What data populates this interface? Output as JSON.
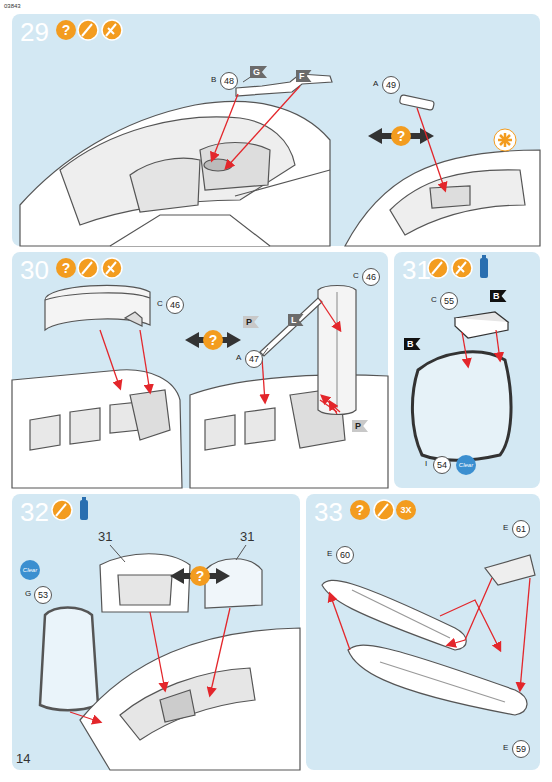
{
  "diagram": {
    "nodes": [
      {
        "text": [
          "29"
        ]
      },
      {
        "text": [
          "48"
        ],
        "in": 0
      },
      {
        "text": [
          "49"
        ],
        "in": 0
      },
      {
        "text": [
          "30"
        ]
      },
      {
        "text": [
          "46"
        ],
        "in": 3
      },
      {
        "text": [
          "47"
        ],
        "in": 3
      },
      {
        "text": [
          "46"
        ],
        "in": 3
      },
      {
        "text": [
          "31"
        ]
      },
      {
        "text": [
          "55"
        ],
        "in": 7
      },
      {
        "text": [
          "54"
        ],
        "in": 7
      },
      {
        "text": [
          "32"
        ]
      },
      {
        "text": [
          "53"
        ],
        "in": 10
      },
      {
        "text": [
          "33"
        ]
      },
      {
        "text": [
          "61"
        ],
        "in": 12
      },
      {
        "text": [
          "60"
        ],
        "in": 12
      },
      {
        "text": [
          "59"
        ],
        "in": 12
      }
    ],
    "labels": [
      "03843",
      "?",
      "B",
      "G",
      "F",
      "?",
      "A",
      "?",
      "C",
      "A",
      "P",
      "L",
      "?",
      "C",
      "P",
      "B",
      "B",
      "C",
      "I",
      "Clear",
      "Clear",
      "G",
      "31",
      "31",
      "?",
      "?",
      "3X",
      "E",
      "E",
      "E",
      "14"
    ]
  }
}
